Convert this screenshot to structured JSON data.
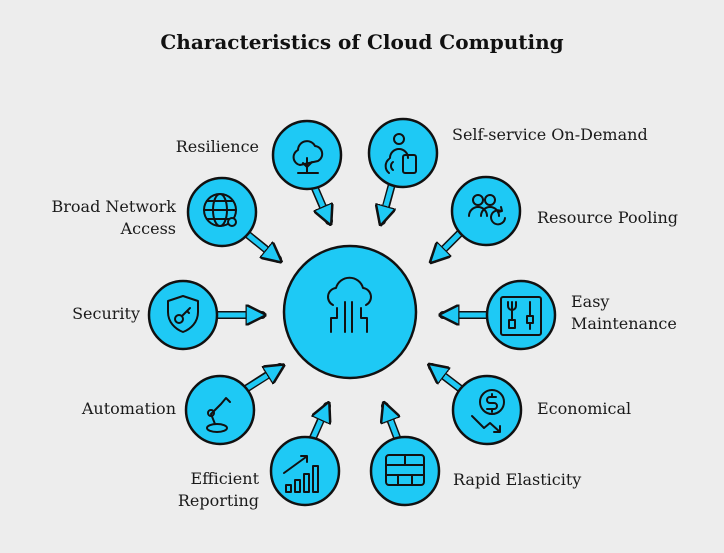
{
  "title": "Characteristics of Cloud Computing",
  "colors": {
    "accent": "#1ec9f5",
    "stroke": "#111111",
    "background": "#ededed"
  },
  "center": {
    "icon": "cloud-circuit-icon"
  },
  "nodes": [
    {
      "label": "Resilience",
      "icon": "tree-icon"
    },
    {
      "label": "Self-service On-Demand",
      "icon": "user-touch-icon"
    },
    {
      "label": "Broad Network Access",
      "icon": "globe-network-icon"
    },
    {
      "label": "Resource Pooling",
      "icon": "users-refresh-icon"
    },
    {
      "label": "Security",
      "icon": "shield-key-icon"
    },
    {
      "label": "Easy Maintenance",
      "icon": "tools-panel-icon"
    },
    {
      "label": "Automation",
      "icon": "robot-arm-icon"
    },
    {
      "label": "Economical",
      "icon": "dollar-down-icon"
    },
    {
      "label": "Efficient Reporting",
      "icon": "growth-chart-icon"
    },
    {
      "label": "Rapid Elasticity",
      "icon": "server-blocks-icon"
    }
  ]
}
